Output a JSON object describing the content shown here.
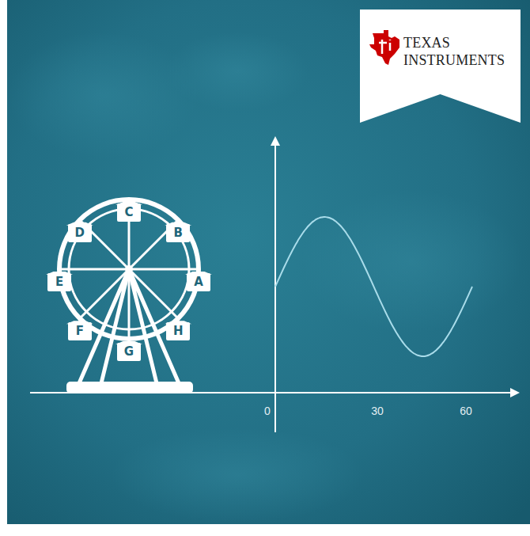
{
  "diagram": {
    "nodes": [
      {
        "text": [
          "TEXAS INSTRUMENTS"
        ]
      },
      {
        "text": [
          "C"
        ]
      },
      {
        "text": [
          "D"
        ]
      },
      {
        "text": [
          "B"
        ]
      },
      {
        "text": [
          "E"
        ]
      },
      {
        "text": [
          "A"
        ]
      },
      {
        "text": [
          "F"
        ]
      },
      {
        "text": [
          "H"
        ]
      },
      {
        "text": [
          "G"
        ]
      }
    ],
    "labels": [
      "0",
      "30",
      "60"
    ]
  }
}
